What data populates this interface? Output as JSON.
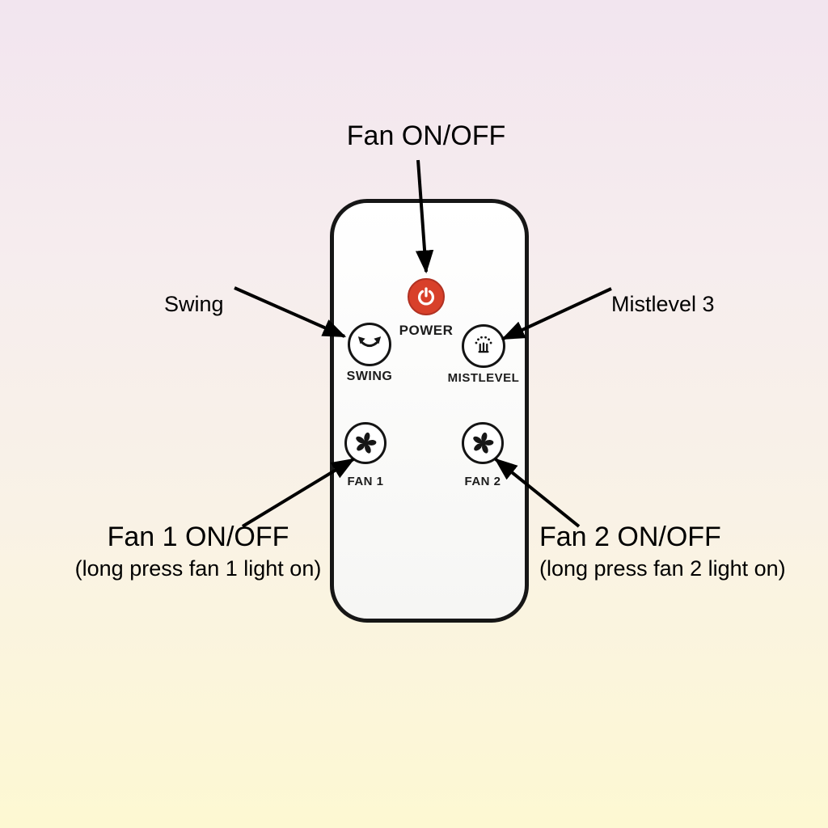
{
  "colors": {
    "power_button_red": "#d8402a",
    "background_top": "#f2e5ef",
    "background_bottom": "#fdf8d2",
    "arrow_black": "#000000"
  },
  "remote": {
    "buttons": {
      "power": {
        "label": "POWER",
        "icon": "power-icon"
      },
      "swing": {
        "label": "SWING",
        "icon": "swing-arrows-icon"
      },
      "mistlevel": {
        "label": "MISTLEVEL",
        "icon": "mist-spray-icon"
      },
      "fan1": {
        "label": "FAN 1",
        "icon": "fan-blades-icon"
      },
      "fan2": {
        "label": "FAN 2",
        "icon": "fan-blades-icon"
      }
    }
  },
  "annotations": {
    "power": "Fan ON/OFF",
    "swing": "Swing",
    "mistlevel": "Mistlevel 3",
    "fan1_main": "Fan 1 ON/OFF",
    "fan1_sub": "(long press fan 1 light on)",
    "fan2_main": "Fan 2 ON/OFF",
    "fan2_sub": "(long press fan 2 light on)"
  }
}
